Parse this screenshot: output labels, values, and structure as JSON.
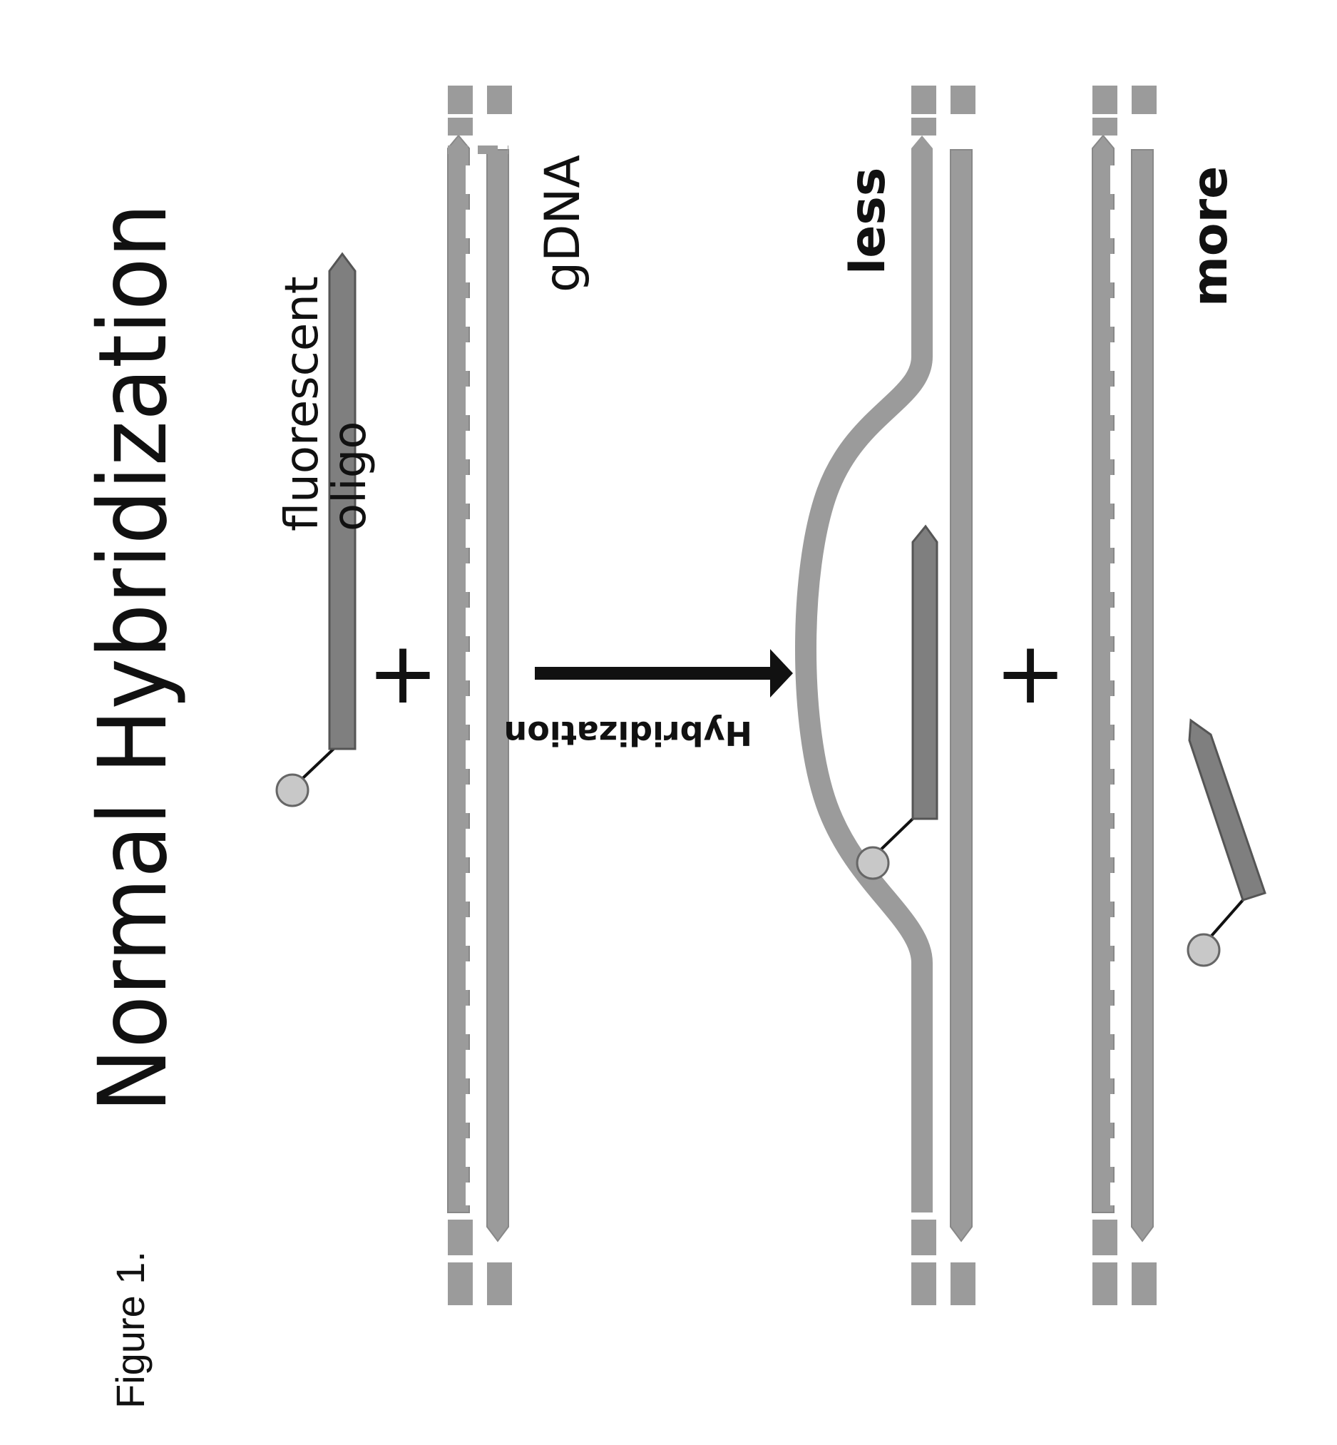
{
  "figure_label": "Figure 1.",
  "title": "Normal Hybridization",
  "labels": {
    "probe": [
      "fluorescent",
      "oligo"
    ],
    "genomic": "gDNA",
    "less": "less",
    "more": "more",
    "arrow": "Hybridization"
  },
  "symbols": {
    "plus": "+"
  },
  "colors": {
    "strand": "#9b9b9b",
    "oligo": "#7f7f7f",
    "bead": "#c8c8c8",
    "ink": "#111111",
    "background": "#ffffff"
  }
}
